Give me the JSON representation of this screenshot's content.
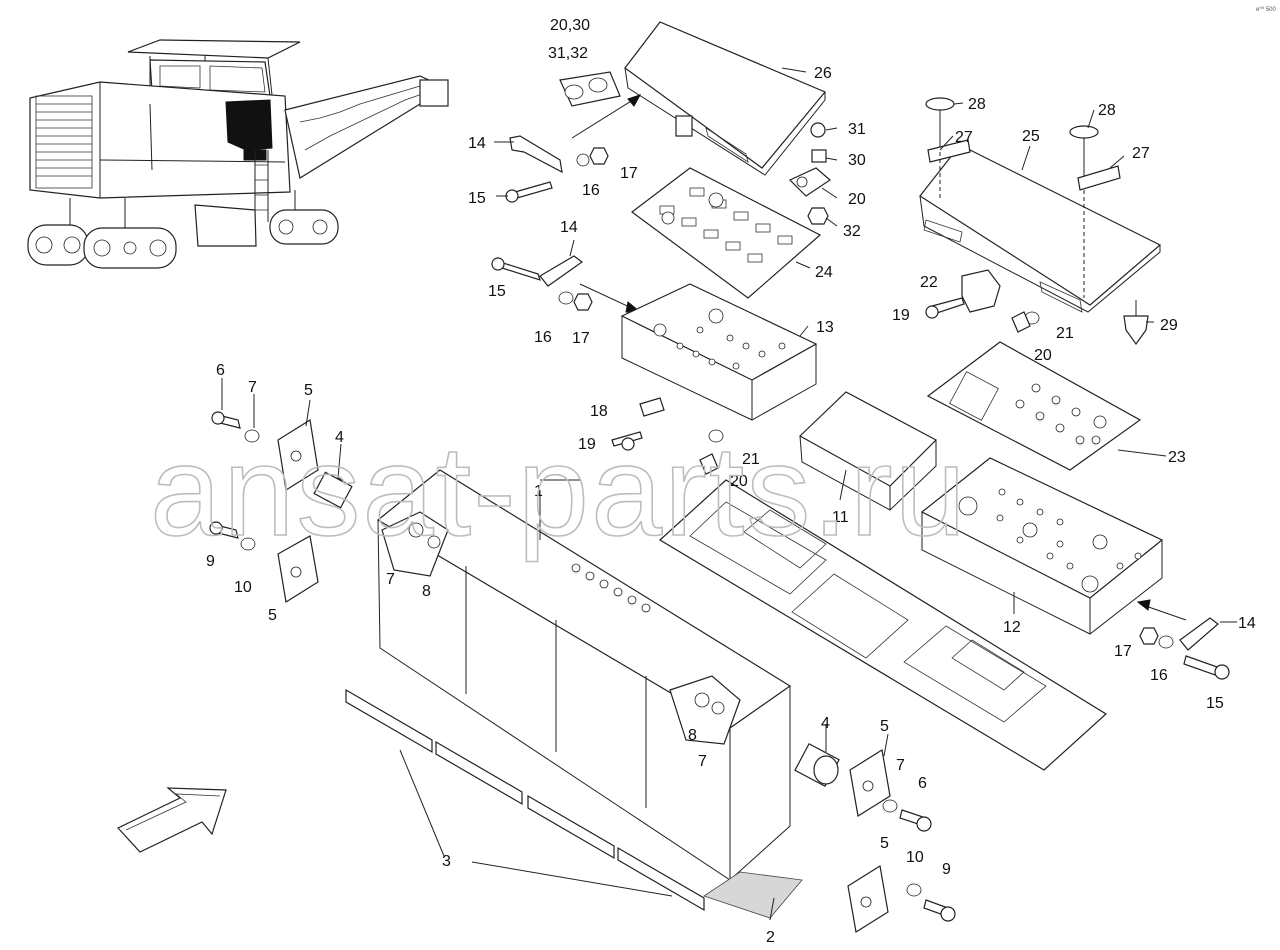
{
  "diagram": {
    "corner_code": "e⁰⁰ 500",
    "watermark": "ansat-parts.ru",
    "callouts": [
      {
        "id": "c2030",
        "text": "20,30"
      },
      {
        "id": "c3132",
        "text": "31,32"
      },
      {
        "id": "c26",
        "text": "26"
      },
      {
        "id": "c14a",
        "text": "14"
      },
      {
        "id": "c31",
        "text": "31"
      },
      {
        "id": "c30",
        "text": "30"
      },
      {
        "id": "c20a",
        "text": "20"
      },
      {
        "id": "c32",
        "text": "32"
      },
      {
        "id": "c17a",
        "text": "17"
      },
      {
        "id": "c16a",
        "text": "16"
      },
      {
        "id": "c15a",
        "text": "15"
      },
      {
        "id": "c28a",
        "text": "28"
      },
      {
        "id": "c28b",
        "text": "28"
      },
      {
        "id": "c27a",
        "text": "27"
      },
      {
        "id": "c27b",
        "text": "27"
      },
      {
        "id": "c25",
        "text": "25"
      },
      {
        "id": "c24",
        "text": "24"
      },
      {
        "id": "c14b",
        "text": "14"
      },
      {
        "id": "c15b",
        "text": "15"
      },
      {
        "id": "c16b",
        "text": "16"
      },
      {
        "id": "c17b",
        "text": "17"
      },
      {
        "id": "c13",
        "text": "13"
      },
      {
        "id": "c22",
        "text": "22"
      },
      {
        "id": "c19a",
        "text": "19"
      },
      {
        "id": "c21a",
        "text": "21"
      },
      {
        "id": "c20b",
        "text": "20"
      },
      {
        "id": "c29",
        "text": "29"
      },
      {
        "id": "c6a",
        "text": "6"
      },
      {
        "id": "c7a",
        "text": "7"
      },
      {
        "id": "c5a",
        "text": "5"
      },
      {
        "id": "c4a",
        "text": "4"
      },
      {
        "id": "c18",
        "text": "18"
      },
      {
        "id": "c19b",
        "text": "19"
      },
      {
        "id": "c21b",
        "text": "21"
      },
      {
        "id": "c20c",
        "text": "20"
      },
      {
        "id": "c1",
        "text": "1"
      },
      {
        "id": "c23",
        "text": "23"
      },
      {
        "id": "c11",
        "text": "11"
      },
      {
        "id": "c9a",
        "text": "9"
      },
      {
        "id": "c10a",
        "text": "10"
      },
      {
        "id": "c7b",
        "text": "7"
      },
      {
        "id": "c8a",
        "text": "8"
      },
      {
        "id": "c5b",
        "text": "5"
      },
      {
        "id": "c12",
        "text": "12"
      },
      {
        "id": "c14c",
        "text": "14"
      },
      {
        "id": "c17c",
        "text": "17"
      },
      {
        "id": "c16c",
        "text": "16"
      },
      {
        "id": "c15c",
        "text": "15"
      },
      {
        "id": "c4b",
        "text": "4"
      },
      {
        "id": "c5c",
        "text": "5"
      },
      {
        "id": "c8b",
        "text": "8"
      },
      {
        "id": "c7c",
        "text": "7"
      },
      {
        "id": "c7d",
        "text": "7"
      },
      {
        "id": "c6b",
        "text": "6"
      },
      {
        "id": "c3",
        "text": "3"
      },
      {
        "id": "c5d",
        "text": "5"
      },
      {
        "id": "c10b",
        "text": "10"
      },
      {
        "id": "c9b",
        "text": "9"
      },
      {
        "id": "c2",
        "text": "2"
      }
    ]
  }
}
